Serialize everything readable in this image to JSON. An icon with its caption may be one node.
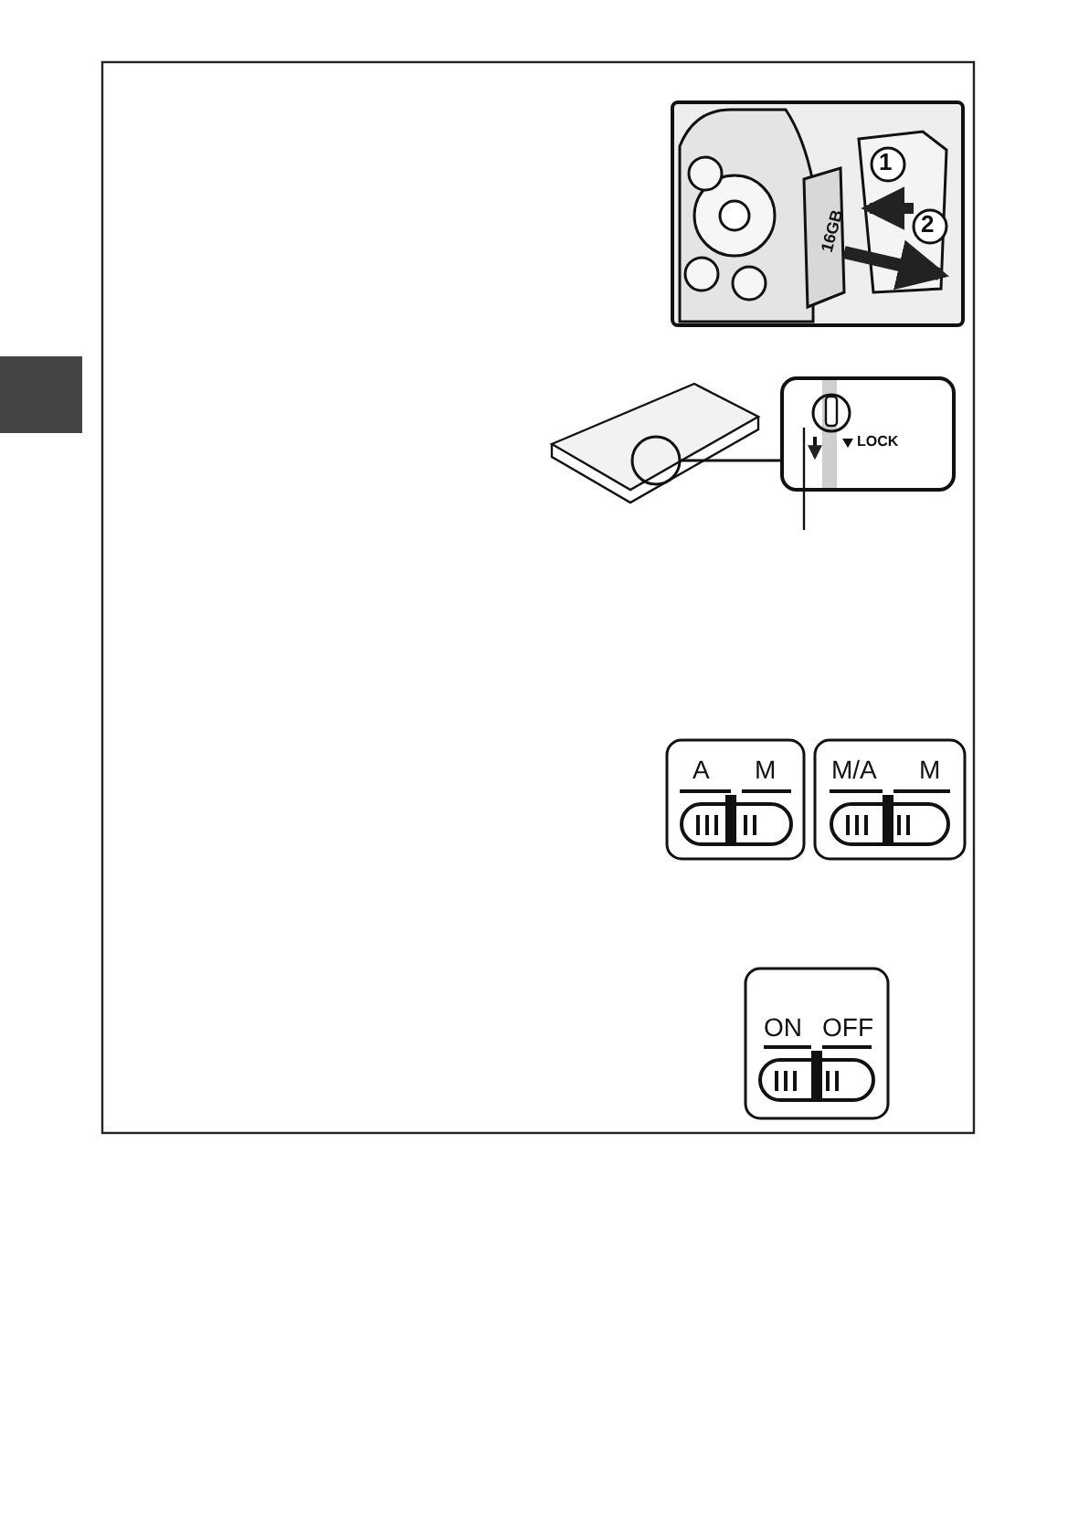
{
  "diagram": {
    "labels": [
      "1",
      "2",
      "16GB",
      "LOCK",
      "A",
      "M",
      "M/A",
      "M",
      "ON",
      "OFF"
    ]
  }
}
